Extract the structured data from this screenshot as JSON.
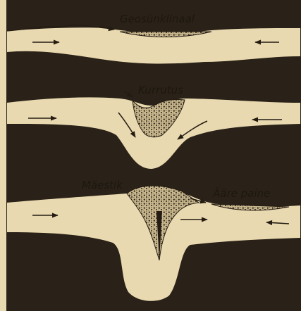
{
  "labels": {
    "geosynclinal": "Geosünklinaal",
    "folding": "Kurrutus",
    "mountains": "Mäestik",
    "edge_bend": "Ääre paine"
  },
  "colors": {
    "paper": "#e9d9b0",
    "ink": "#241c12",
    "sediment_fill": "#bfae86"
  }
}
